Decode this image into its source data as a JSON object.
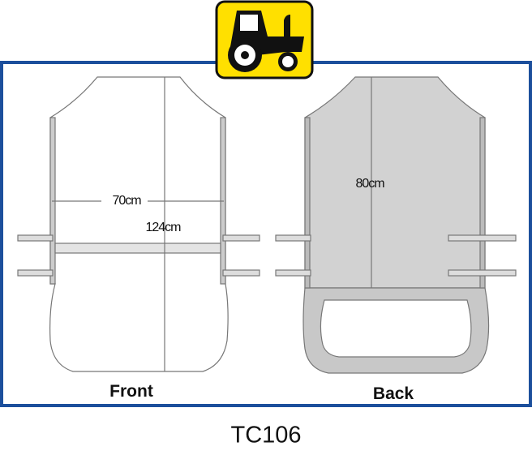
{
  "badge": {
    "icon": "tractor-icon",
    "background": "#ffe000"
  },
  "frame_color": "#1c4f9c",
  "front": {
    "caption": "Front",
    "width_label": "70cm",
    "height_label": "124cm"
  },
  "back": {
    "caption": "Back",
    "height_label": "80cm",
    "fill": "#d2d2d2"
  },
  "product_code": "TC106"
}
